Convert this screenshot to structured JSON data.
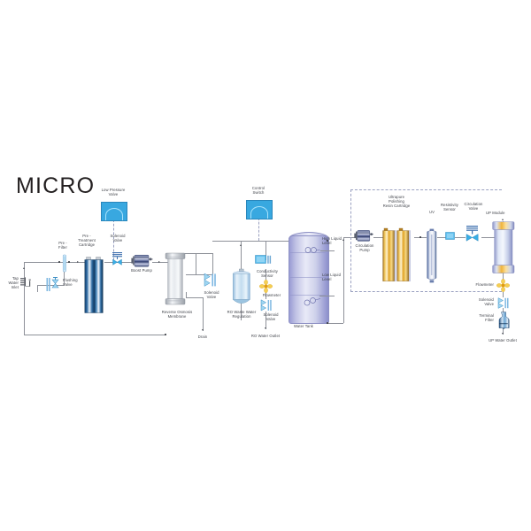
{
  "diagram": {
    "title": "MICRO",
    "type": "water-purification-flow-diagram",
    "accent_colors": {
      "pipe": "#8e9199",
      "cartridge_blue": "#1b4f86",
      "resin_orange": "#e0a325",
      "tank_lavender": "#a3a6d8",
      "gauge_blue": "#38a8e0",
      "dashed_border": "#9aa0c0",
      "label_text": "#3c3f46"
    }
  },
  "labels": {
    "tap_water": "Tap\nWater\nInlet",
    "pre_filter": "Pre -\nFilter",
    "flushing_valve": "Flushing\nValve",
    "pre_treatment_cartridge": "Pre -\nTreatment\nCartridge",
    "low_pressure_valve": "Low Pressure\nValve",
    "solenoid_valve_1": "Solenoid\nValve",
    "boost_pump": "Boost Pump",
    "reverse_osmosis_membrane": "Reverse Osmosis\nMembrane",
    "solenoid_valve_2": "Solenoid\nValve",
    "drain": "Drain",
    "ro_waste_water_regulation": "RO Waste Water\nRegulation",
    "control_switch": "Control\nSwitch",
    "conductivity_sensor": "Conductivity\nSensor",
    "flowmeter_1": "Flowmeter",
    "solenoid_valve_3": "Solenoid\nValve",
    "ro_water_outlet": "RO Water Outlet",
    "water_tank": "Water Tank",
    "high_liquid_level": "High Liquid\nLevel",
    "low_liquid_level": "Low Liquid\nLevel",
    "circulation_pump": "Circulation\nPump",
    "ultrapure_polishing_resin_cartridge": "Ultrapure\nPolishing\nResin Cartridge",
    "uv": "UV",
    "resistivity_sensor": "Resistivity\nSensor",
    "circulation_valve": "Circulation\nValve",
    "up_module": "UP Module",
    "flowmeter_2": "Flowmeter",
    "solenoid_valve_4": "Solenoid\nValve",
    "terminal_filter": "Terminal\nFilter",
    "up_water_outlet": "UP  Water Outlet"
  }
}
